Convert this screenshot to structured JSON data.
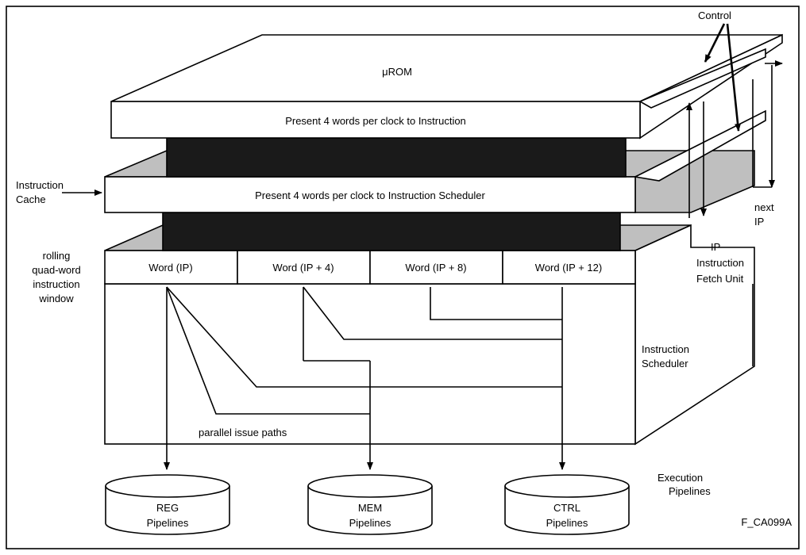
{
  "labels": {
    "control": "Control",
    "urom": "μROM",
    "urom_present": "Present 4 words per clock to Instruction",
    "cache_line1": "Instruction",
    "cache_line2": "Cache",
    "cache_present": "Present 4 words per clock to Instruction Scheduler",
    "rolling_l1": "rolling",
    "rolling_l2": "quad-word",
    "rolling_l3": "instruction",
    "rolling_l4": "window",
    "next_ip_l1": "next",
    "next_ip_l2": "IP",
    "ifu_l1": "IP",
    "ifu_l2": "Instruction",
    "ifu_l3": "Fetch Unit",
    "sched_l1": "Instruction",
    "sched_l2": "Scheduler",
    "parallel": "parallel issue paths",
    "exec_l1": "Execution",
    "exec_l2": "Pipelines",
    "figure_id": "F_CA099A"
  },
  "words": [
    "Word (IP)",
    "Word (IP + 4)",
    "Word (IP + 8)",
    "Word (IP + 12)"
  ],
  "pipelines": [
    {
      "line1": "REG",
      "line2": "Pipelines"
    },
    {
      "line1": "MEM",
      "line2": "Pipelines"
    },
    {
      "line1": "CTRL",
      "line2": "Pipelines"
    }
  ]
}
